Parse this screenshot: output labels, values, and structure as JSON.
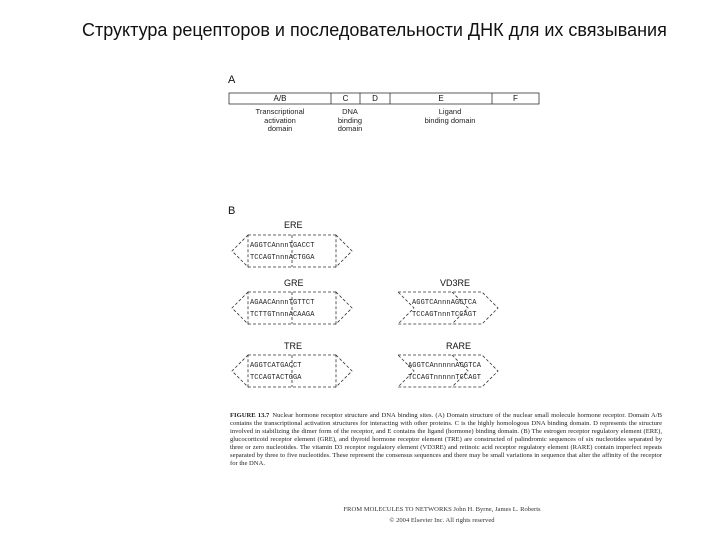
{
  "slide": {
    "title": "Структура рецепторов и последовательности ДНК для их связывания"
  },
  "panel_a": {
    "label": "A",
    "domains": [
      {
        "name": "A/B",
        "description": [
          "Transcriptional",
          "activation",
          "domain"
        ]
      },
      {
        "name": "C",
        "description": [
          "DNA",
          "binding",
          "domain"
        ]
      },
      {
        "name": "D",
        "description": []
      },
      {
        "name": "E",
        "description": [
          "Ligand",
          "binding domain"
        ]
      },
      {
        "name": "F",
        "description": []
      }
    ]
  },
  "panel_b": {
    "label": "B",
    "elements": [
      {
        "name": "ERE",
        "top": "AGGTCAnnnTGACCT",
        "bottom": "TCCAGTnnnACTGGA"
      },
      {
        "name": "GRE",
        "top": "AGAACAnnnTGTTCT",
        "bottom": "TCTTGTnnnACAAGA"
      },
      {
        "name": "TRE",
        "top": "AGGTCATGACCT",
        "bottom": "TCCAGTACTGGA"
      },
      {
        "name": "VD3RE",
        "top": "AGGTCAnnnAGGTCA",
        "bottom": "TCCAGTnnnTCCAGT"
      },
      {
        "name": "RARE",
        "top": "AGGTCAnnnnnAGGTCA",
        "bottom": "TCCAGTnnnnnTCCAGT"
      }
    ]
  },
  "caption": {
    "lead": "FIGURE 13.7",
    "text": "Nuclear hormone receptor structure and DNA binding sites. (A) Domain structure of the nuclear small molecule hormone receptor. Domain A/B contains the transcriptional activation structures for interacting with other proteins. C is the highly homologous DNA binding domain. D represents the structure involved in stabilizing the dimer form of the receptor, and E contains the ligand (hormone) binding domain. (B) The estrogen receptor regulatory element (ERE), glucocorticoid receptor element (GRE), and thyroid hormone receptor element (TRE) are constructed of palindromic sequences of six nucleotides separated by three or zero nucleotides. The vitamin D3 receptor regulatory element (VD3RE) and retinoic acid receptor regulatory element (RARE) contain imperfect repeats separated by three to five nucleotides. These represent the consensus sequences and there may be small variations in sequence that alter the affinity of the receptor for the DNA."
  },
  "credit": {
    "line1": "FROM MOLECULES TO NETWORKS  John H. Byrne, James L. Roberts",
    "line2": "© 2004 Elsevier Inc. All rights reserved"
  }
}
